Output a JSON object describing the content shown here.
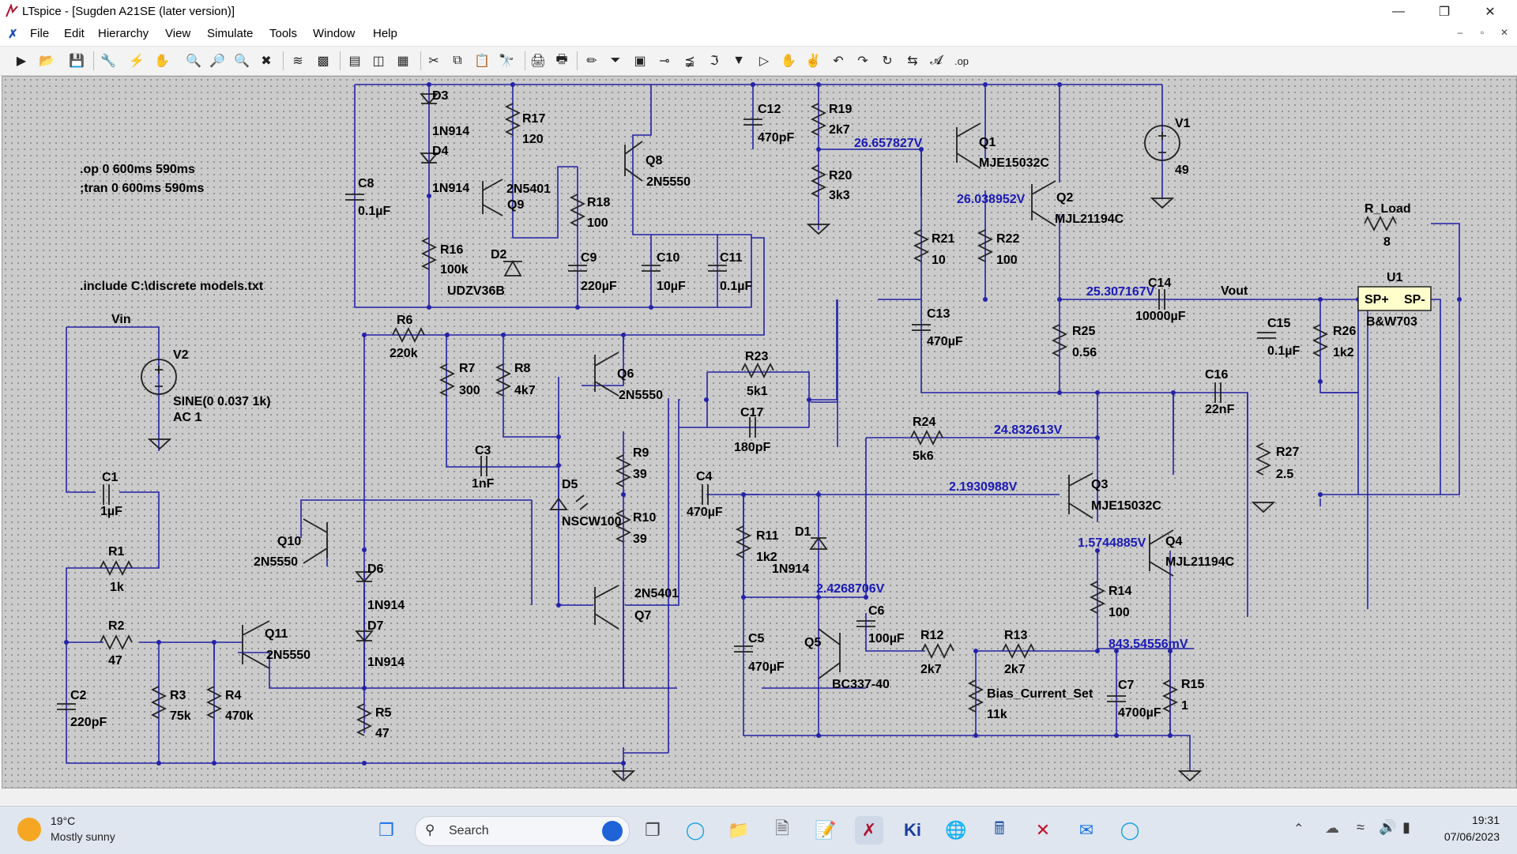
{
  "window": {
    "title": "LTspice - [Sugden A21SE (later version)]"
  },
  "menu": [
    "File",
    "Edit",
    "Hierarchy",
    "View",
    "Simulate",
    "Tools",
    "Window",
    "Help"
  ],
  "toolbar": [
    "run",
    "open",
    "save",
    "control-panel",
    "cut-wire",
    "hand",
    "zoom-in",
    "zoom-area",
    "zoom-out",
    "zoom-fit",
    "waveform",
    "autorange",
    "tile-horiz",
    "cascade",
    "tile-vert",
    "cut",
    "copy",
    "paste",
    "find",
    "print-setup",
    "print",
    "draw-wire",
    "ground",
    "label",
    "resistor",
    "capacitor",
    "inductor",
    "diode",
    "component",
    "move",
    "drag",
    "undo",
    "redo",
    "rotate",
    "mirror",
    "text",
    "spice-directive"
  ],
  "directives": {
    "op": ".op 0 600ms 590ms",
    "tran": ";tran 0 600ms 590ms",
    "include": ".include C:\\discrete models.txt"
  },
  "labels": {
    "D3": "D3",
    "D3v": "1N914",
    "D4": "D4",
    "D4v": "1N914",
    "R17": "R17",
    "R17v": "120",
    "Q9v": "2N5401",
    "Q9": "Q9",
    "Q8": "Q8",
    "Q8v": "2N5550",
    "R18": "R18",
    "R18v": "100",
    "C8": "C8",
    "C8v": "0.1µF",
    "R16": "R16",
    "R16v": "100k",
    "D2": "D2",
    "D2v": "UDZV36B",
    "C9": "C9",
    "C9v": "220µF",
    "C10": "C10",
    "C10v": "10µF",
    "C11": "C11",
    "C11v": "0.1µF",
    "C12": "C12",
    "C12v": "470pF",
    "R19": "R19",
    "R19v": "2k7",
    "R20": "R20",
    "R20v": "3k3",
    "Q1": "Q1",
    "Q1v": "MJE15032C",
    "Q2": "Q2",
    "Q2v": "MJL21194C",
    "V1": "V1",
    "V1v": "49",
    "R21": "R21",
    "R21v": "10",
    "R22": "R22",
    "R22v": "100",
    "RLoad": "R_Load",
    "RLoadv": "8",
    "U1": "U1",
    "U1v": "B&W703",
    "SPp": "SP+",
    "SPm": "SP-",
    "Vout": "Vout",
    "C14": "C14",
    "C14v": "10000µF",
    "C13": "C13",
    "C13v": "470µF",
    "R25": "R25",
    "R25v": "0.56",
    "C15": "C15",
    "C15v": "0.1µF",
    "R26": "R26",
    "R26v": "1k2",
    "C16": "C16",
    "C16v": "22nF",
    "R27": "R27",
    "R27v": "2.5",
    "Vin": "Vin",
    "V2": "V2",
    "V2v1": "SINE(0 0.037 1k)",
    "V2v2": "AC 1",
    "R6": "R6",
    "R6v": "220k",
    "R7": "R7",
    "R7v": "300",
    "R8": "R8",
    "R8v": "4k7",
    "Q6": "Q6",
    "Q6v": "2N5550",
    "R23": "R23",
    "R23v": "5k1",
    "C17": "C17",
    "C17v": "180pF",
    "C3": "C3",
    "C3v": "1nF",
    "R9": "R9",
    "R9v": "39",
    "D5": "D5",
    "D5v": "NSCW100",
    "R10": "R10",
    "R10v": "39",
    "C4": "C4",
    "C4v": "470µF",
    "R24": "R24",
    "R24v": "5k6",
    "Q3": "Q3",
    "Q3v": "MJE15032C",
    "C1": "C1",
    "C1v": "1µF",
    "R1": "R1",
    "R1v": "1k",
    "Q10": "Q10",
    "Q10v": "2N5550",
    "D6": "D6",
    "D6v": "1N914",
    "D7": "D7",
    "D7v": "1N914",
    "R2": "R2",
    "R2v": "47",
    "Q11": "Q11",
    "Q11v": "2N5550",
    "R11": "R11",
    "R11v": "1k2",
    "D1": "D1",
    "D1v": "1N914",
    "Q7v": "2N5401",
    "Q7": "Q7",
    "Q4": "Q4",
    "Q4v": "MJL21194C",
    "R14": "R14",
    "R14v": "100",
    "C6": "C6",
    "C6v": "100µF",
    "R12": "R12",
    "R12v": "2k7",
    "R13": "R13",
    "R13v": "2k7",
    "C5": "C5",
    "C5v": "470µF",
    "Q5": "Q5",
    "Q5v": "BC337-40",
    "Bias": "Bias_Current_Set",
    "Biasv": "11k",
    "C7": "C7",
    "C7v": "4700µF",
    "R15": "R15",
    "R15v": "1",
    "C2": "C2",
    "C2v": "220pF",
    "R3": "R3",
    "R3v": "75k",
    "R4": "R4",
    "R4v": "470k",
    "R5": "R5",
    "R5v": "47"
  },
  "voltages": {
    "v1": "26.657827V",
    "v2": "26.038952V",
    "v3": "25.307167V",
    "v4": "24.832613V",
    "v5": "2.1930988V",
    "v6": "1.5744885V",
    "v7": "2.4268706V",
    "v8": "843.54556mV"
  },
  "taskbar": {
    "weather_temp": "19°C",
    "weather_desc": "Mostly sunny",
    "search": "Search",
    "time": "19:31",
    "date": "07/06/2023",
    "apps": [
      "start",
      "search",
      "bing",
      "taskview",
      "edge",
      "explorer",
      "file",
      "notepad",
      "ltspice",
      "kicad",
      "browser",
      "calculator",
      "xilinx",
      "mail",
      "edge2"
    ]
  }
}
